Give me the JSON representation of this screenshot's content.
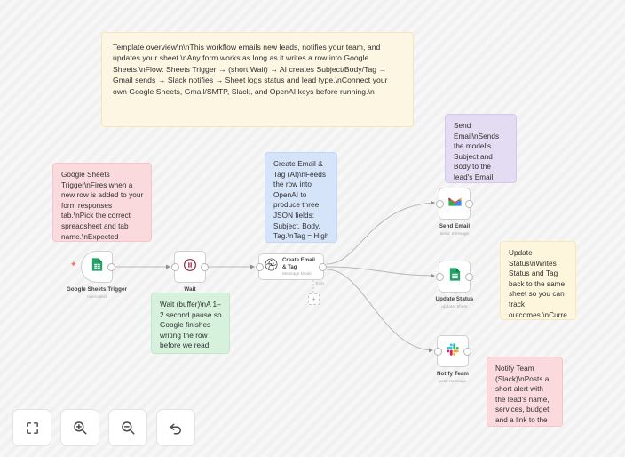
{
  "canvas": {
    "background_color": "#f7f7f7",
    "stripe_color": "#f1f1f1"
  },
  "notes": [
    {
      "id": "overview",
      "name": "note-template-overview",
      "color": "#fdf6e3",
      "border": "#f3e6bd",
      "text": "Template overview\\n\\nThis workflow emails new leads, notifies your team, and updates your sheet.\\nAny form works as long as it writes a row into Google Sheets.\\nFlow: Sheets Trigger → (short Wait) → AI creates Subject/Body/Tag → Gmail sends → Slack notifies → Sheet logs status and lead type.\\nConnect your own Google Sheets, Gmail/SMTP, Slack, and OpenAI keys before running.\\n"
    },
    {
      "id": "sheets_trigger",
      "name": "note-google-sheets-trigger",
      "color": "#fadadd",
      "border": "#f5c5cb",
      "text": "Google Sheets Trigger\\nFires when a new row is added to your form responses tab.\\nPick the correct spreadsheet and tab name.\\nExpected headers: Timestamp, Name, Email Address,"
    },
    {
      "id": "wait",
      "name": "note-wait-buffer",
      "color": "#d6f2dd",
      "border": "#bfe8ca",
      "text": "Wait (buffer)\\nA 1–2 second pause so Google finishes writing the row before we read"
    },
    {
      "id": "create_email",
      "name": "note-create-email-tag",
      "color": "#d6e4fa",
      "border": "#c2d6f5",
      "text": "Create Email & Tag (AI)\\nFeeds the row into OpenAI to produce three JSON fields: Subject, Body, Tag.\\nTag = High / Medium / Low using simple"
    },
    {
      "id": "send_email",
      "name": "note-send-email",
      "color": "#e3dcf2",
      "border": "#d3c9ec",
      "text": "Send Email\\nSends the model's Subject and Body to the lead's Email Address.\\nUse Gmail or SMTP"
    },
    {
      "id": "update_status",
      "name": "note-update-status",
      "color": "#fdf6dd",
      "border": "#f4e9bb",
      "text": "Update Status\\nWrites Status and Tag back to the same sheet so you can track outcomes.\\nCurrently matches by"
    },
    {
      "id": "notify_team",
      "name": "note-notify-team",
      "color": "#fadadd",
      "border": "#f5c5cb",
      "text": "Notify Team (Slack)\\nPosts a short alert with the lead's name, services, budget, and a link to the"
    }
  ],
  "nodes": [
    {
      "id": "google_sheets_trigger",
      "name": "node-google-sheets-trigger",
      "title": "Google Sheets Trigger",
      "subtitle": "rowAdded",
      "icon": "google-sheets-icon",
      "has_trigger_bolt": true
    },
    {
      "id": "wait",
      "name": "node-wait",
      "title": "Wait",
      "subtitle": "",
      "icon": "pause-icon",
      "has_trigger_bolt": false
    },
    {
      "id": "create_email_tag",
      "name": "node-create-email-tag",
      "title": "Create Email & Tag",
      "subtitle": "Message Model",
      "icon": "openai-icon",
      "has_trigger_bolt": false,
      "sub_connector_label": "Tools"
    },
    {
      "id": "send_email",
      "name": "node-send-email",
      "title": "Send Email",
      "subtitle": "send: message",
      "icon": "gmail-icon",
      "has_trigger_bolt": false
    },
    {
      "id": "update_status",
      "name": "node-update-status",
      "title": "Update Status",
      "subtitle": "update: sheet",
      "icon": "google-sheets-icon",
      "has_trigger_bolt": false
    },
    {
      "id": "notify_team",
      "name": "node-notify-team",
      "title": "Notify Team",
      "subtitle": "post: message",
      "icon": "slack-icon",
      "has_trigger_bolt": false
    }
  ],
  "toolbar": {
    "buttons": [
      {
        "id": "fit_view",
        "name": "fit-to-view-button",
        "icon": "fit-screen-icon",
        "label": "Fit to view"
      },
      {
        "id": "zoom_in",
        "name": "zoom-in-button",
        "icon": "zoom-in-icon",
        "label": "Zoom in"
      },
      {
        "id": "zoom_out",
        "name": "zoom-out-button",
        "icon": "zoom-out-icon",
        "label": "Zoom out"
      },
      {
        "id": "reset",
        "name": "reset-button",
        "icon": "undo-icon",
        "label": "Reset zoom"
      }
    ]
  }
}
